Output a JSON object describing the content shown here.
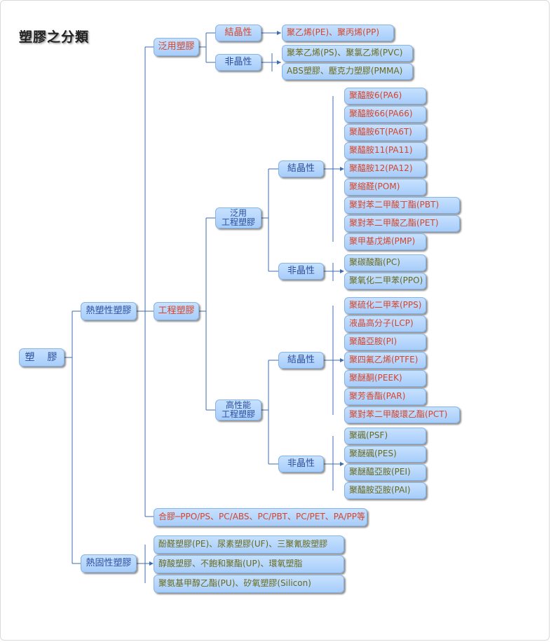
{
  "title": "塑膠之分類",
  "root": "塑　膠",
  "thermoplastic": "熱塑性塑膠",
  "thermoset": "熱固性塑膠",
  "general_plastic": "泛用塑膠",
  "engineering_plastic": "工程塑膠",
  "general_eng": [
    "泛用",
    "工程塑膠"
  ],
  "high_perf_eng": [
    "高性能",
    "工程塑膠"
  ],
  "crystalline": "結晶性",
  "amorphous": "非晶性",
  "general_crystalline_items": [
    "聚乙烯(PE)、聚丙烯(PP)"
  ],
  "general_amorphous_items": [
    "聚苯乙烯(PS)、聚氯乙烯(PVC)",
    "ABS塑膠、壓克力塑膠(PMMA)"
  ],
  "geng_crystalline_items": [
    "聚醯胺6(PA6)",
    "聚醯胺66(PA66)",
    "聚醯胺6T(PA6T)",
    "聚醯胺11(PA11)",
    "聚醯胺12(PA12)",
    "聚縮醛(POM)",
    "聚對苯二甲酸丁酯(PBT)",
    "聚對苯二甲酸乙酯(PET)",
    "聚甲基戊烯(PMP)"
  ],
  "geng_amorphous_items": [
    "聚碳酸酯(PC)",
    "聚氧化二甲苯(PPO)"
  ],
  "heng_crystalline_items": [
    "聚硫化二甲苯(PPS)",
    "液晶高分子(LCP)",
    "聚醯亞胺(PI)",
    "聚四氟乙烯(PTFE)",
    "聚醚酮(PEEK)",
    "聚芳香酯(PAR)",
    "聚對苯二甲酸環乙酯(PCT)"
  ],
  "heng_amorphous_items": [
    "聚碸(PSF)",
    "聚醚碸(PES)",
    "聚醚醯亞胺(PEI)",
    "聚醯胺亞胺(PAI)"
  ],
  "alloy": "合膠─PPO/PS、PC/ABS、PC/PBT、PC/PET、PA/PP等",
  "thermoset_items": [
    "酚醛塑膠(PE)、尿素塑膠(UF)、三聚氰胺塑膠",
    "醇酸塑膠、不飽和聚酯(UP)、環氧塑脂",
    "聚氨基甲醇乙酯(PU)、矽氧塑膠(Silicon)"
  ],
  "colors": {
    "box_top": "#c7e1ff",
    "box_bottom": "#a7cdfa",
    "line": "#3f6bb0",
    "blue_text": "#2a4d9c",
    "red_text": "#d4442a",
    "olive_text": "#676a1c"
  }
}
